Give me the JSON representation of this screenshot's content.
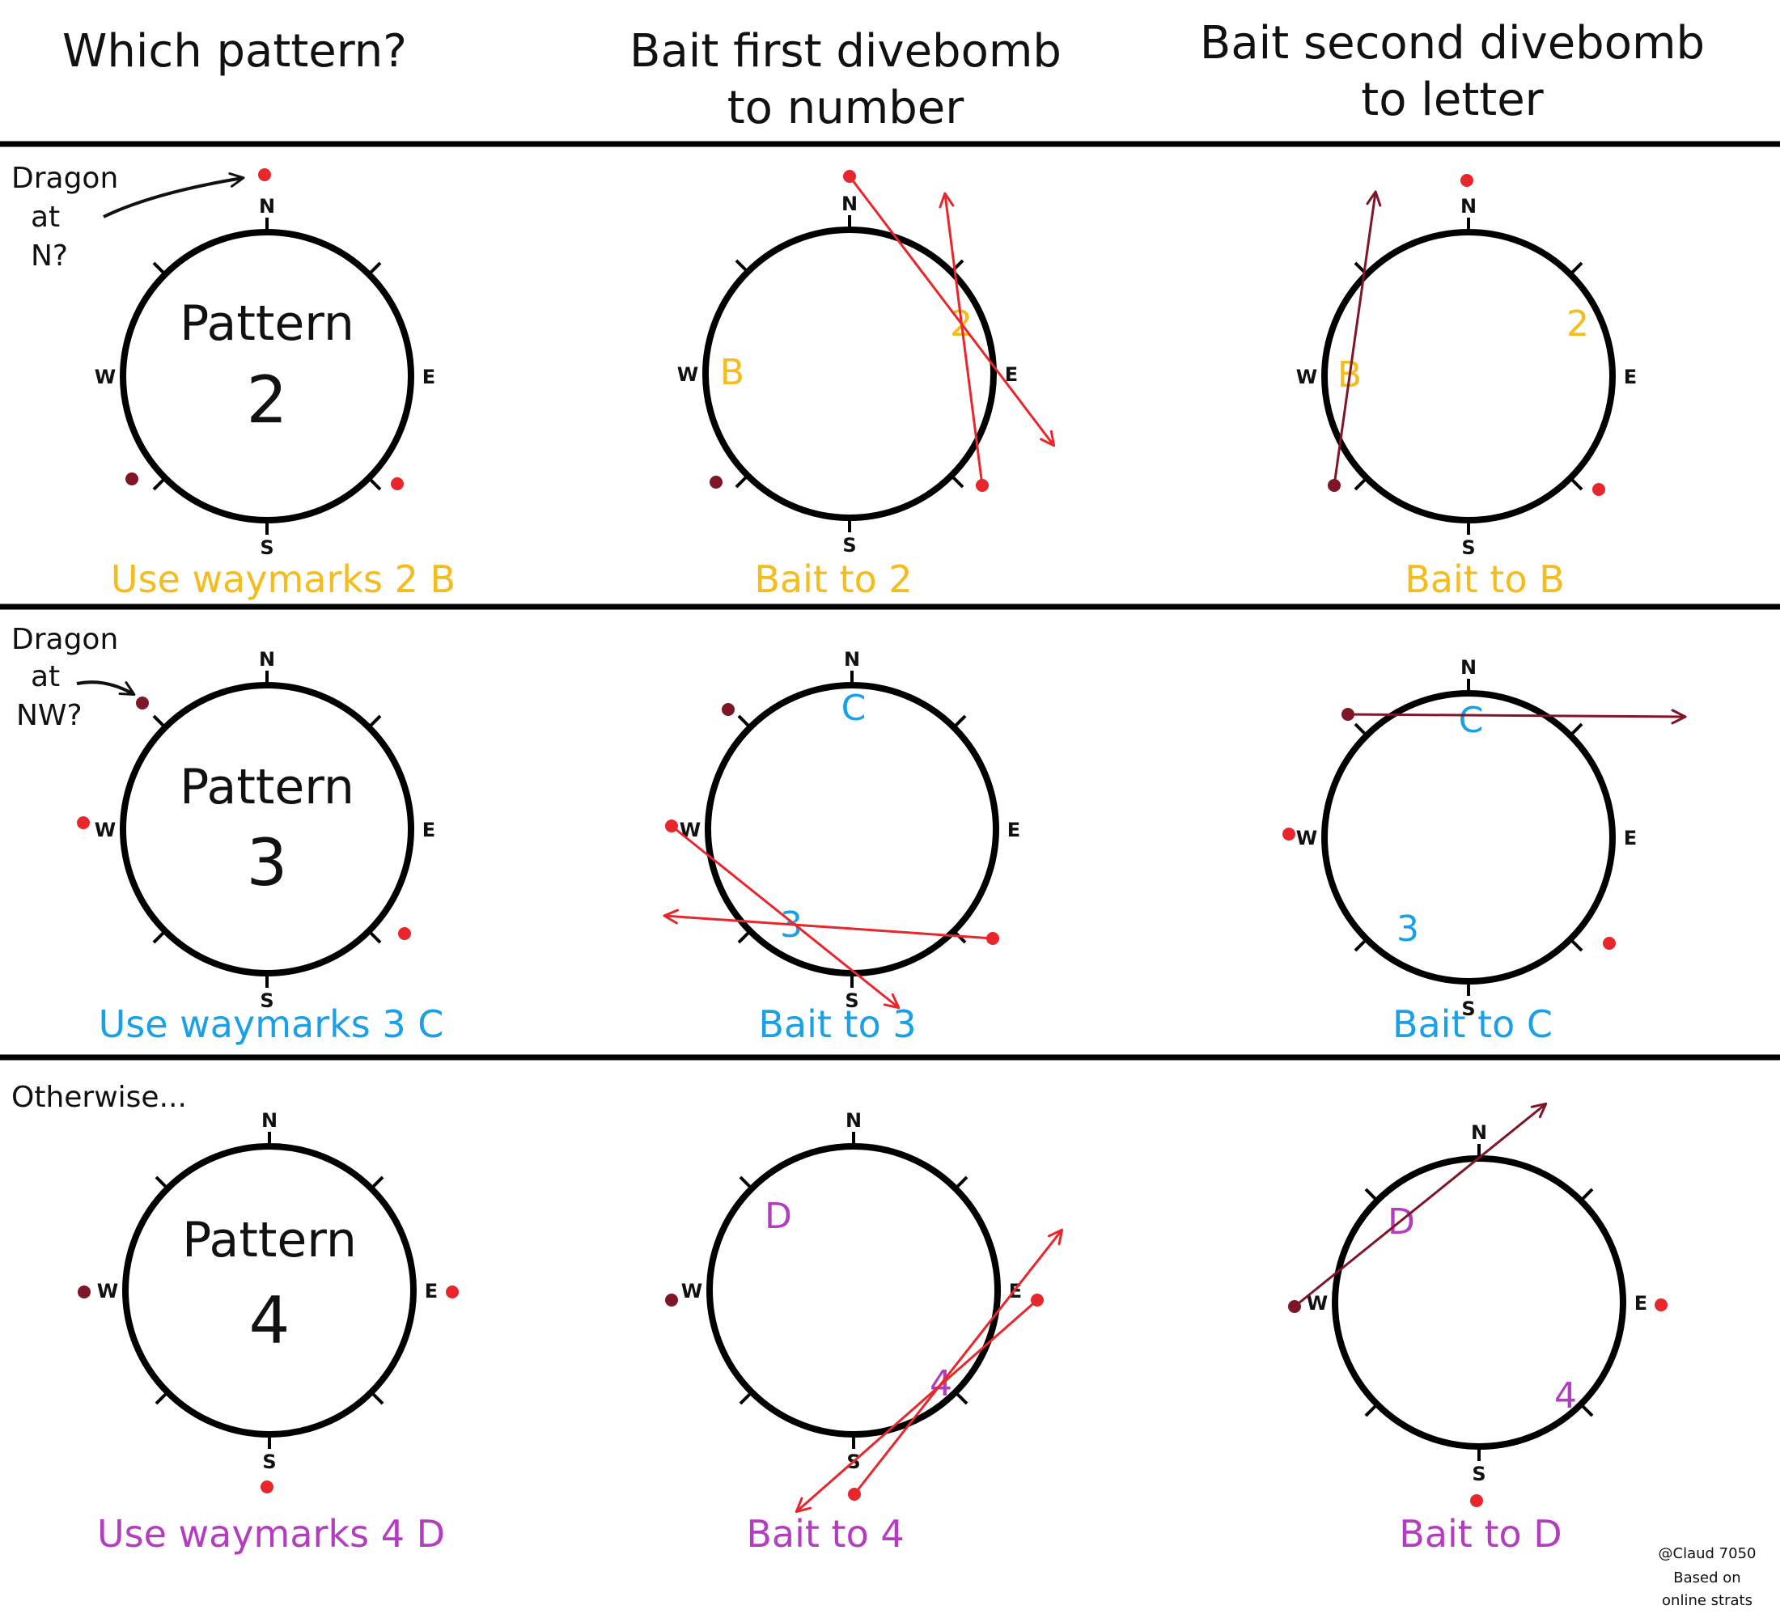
{
  "colors": {
    "pattern2": "#f4bc1c",
    "pattern3": "#19a0e6",
    "pattern4": "#b43cc0",
    "dragon_red": "#e8262b",
    "dragon_dark": "#7e1628",
    "arrow_red": "#e8262b",
    "arrow_dark": "#7e1628",
    "line": "#000000"
  },
  "headers": {
    "col1": "Which pattern?",
    "col2_line1": "Bait first divebomb",
    "col2_line2": "to number",
    "col3_line1": "Bait second divebomb",
    "col3_line2": "to letter"
  },
  "compass": {
    "n": "N",
    "e": "E",
    "s": "S",
    "w": "W"
  },
  "rows": [
    {
      "note_lines": [
        "Dragon",
        "at",
        "N?"
      ],
      "pattern_label": "Pattern",
      "pattern_number": "2",
      "waymarks_caption": "Use waymarks 2 B",
      "bait1_caption": "Bait to 2",
      "bait2_caption": "Bait to B",
      "number_marker": "2",
      "letter_marker": "B"
    },
    {
      "note_lines": [
        "Dragon",
        "at",
        "NW?"
      ],
      "pattern_label": "Pattern",
      "pattern_number": "3",
      "waymarks_caption": "Use waymarks 3 C",
      "bait1_caption": "Bait to 3",
      "bait2_caption": "Bait to C",
      "number_marker": "3",
      "letter_marker": "C"
    },
    {
      "note_lines": [
        "Otherwise..."
      ],
      "pattern_label": "Pattern",
      "pattern_number": "4",
      "waymarks_caption": "Use waymarks 4 D",
      "bait1_caption": "Bait to 4",
      "bait2_caption": "Bait to D",
      "number_marker": "4",
      "letter_marker": "D"
    }
  ],
  "credit": {
    "line1": "@Claud 7050",
    "line2": "Based on",
    "line3": "online strats"
  }
}
